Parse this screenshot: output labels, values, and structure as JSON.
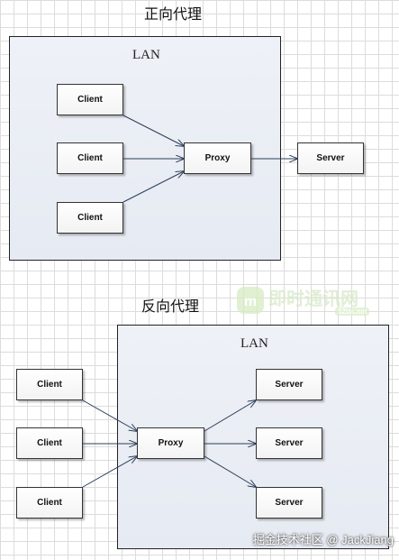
{
  "forward": {
    "title": "正向代理",
    "lan_label": "LAN",
    "clients": [
      "Client",
      "Client",
      "Client"
    ],
    "proxy": "Proxy",
    "server": "Server"
  },
  "reverse": {
    "title": "反向代理",
    "lan_label": "LAN",
    "clients": [
      "Client",
      "Client",
      "Client"
    ],
    "proxy": "Proxy",
    "servers": [
      "Server",
      "Server",
      "Server"
    ]
  },
  "watermark": {
    "logo_text": "即时通讯网",
    "sub_text": "52im.net"
  },
  "footer": {
    "credit": "掘金技术社区 @ JackJiang"
  }
}
